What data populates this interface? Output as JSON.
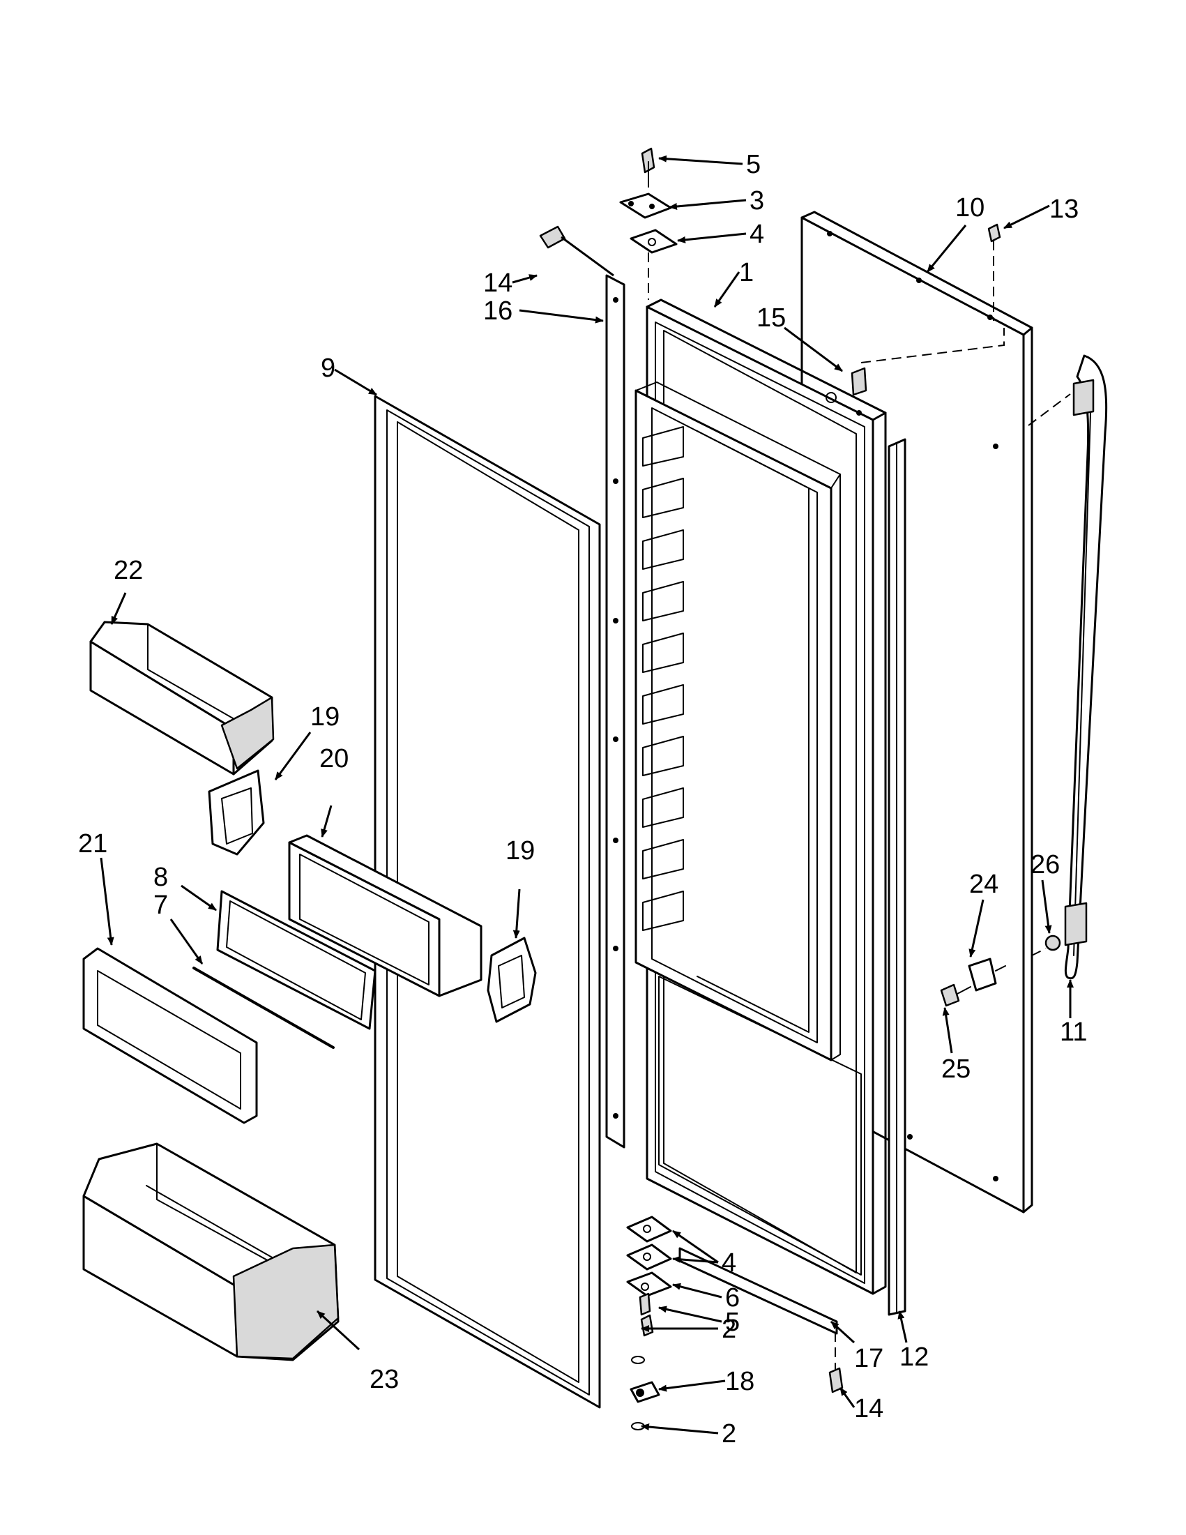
{
  "diagram": {
    "callouts": {
      "c1": "1",
      "c2a": "2",
      "c2b": "2",
      "c3": "3",
      "c4a": "4",
      "c4b": "4",
      "c5a": "5",
      "c5b": "5",
      "c6": "6",
      "c7": "7",
      "c8": "8",
      "c9": "9",
      "c10": "10",
      "c11": "11",
      "c12": "12",
      "c13": "13",
      "c14a": "14",
      "c14b": "14",
      "c15": "15",
      "c16": "16",
      "c17": "17",
      "c18": "18",
      "c19a": "19",
      "c19b": "19",
      "c20": "20",
      "c21": "21",
      "c22": "22",
      "c23": "23",
      "c24": "24",
      "c25": "25",
      "c26": "26"
    }
  }
}
